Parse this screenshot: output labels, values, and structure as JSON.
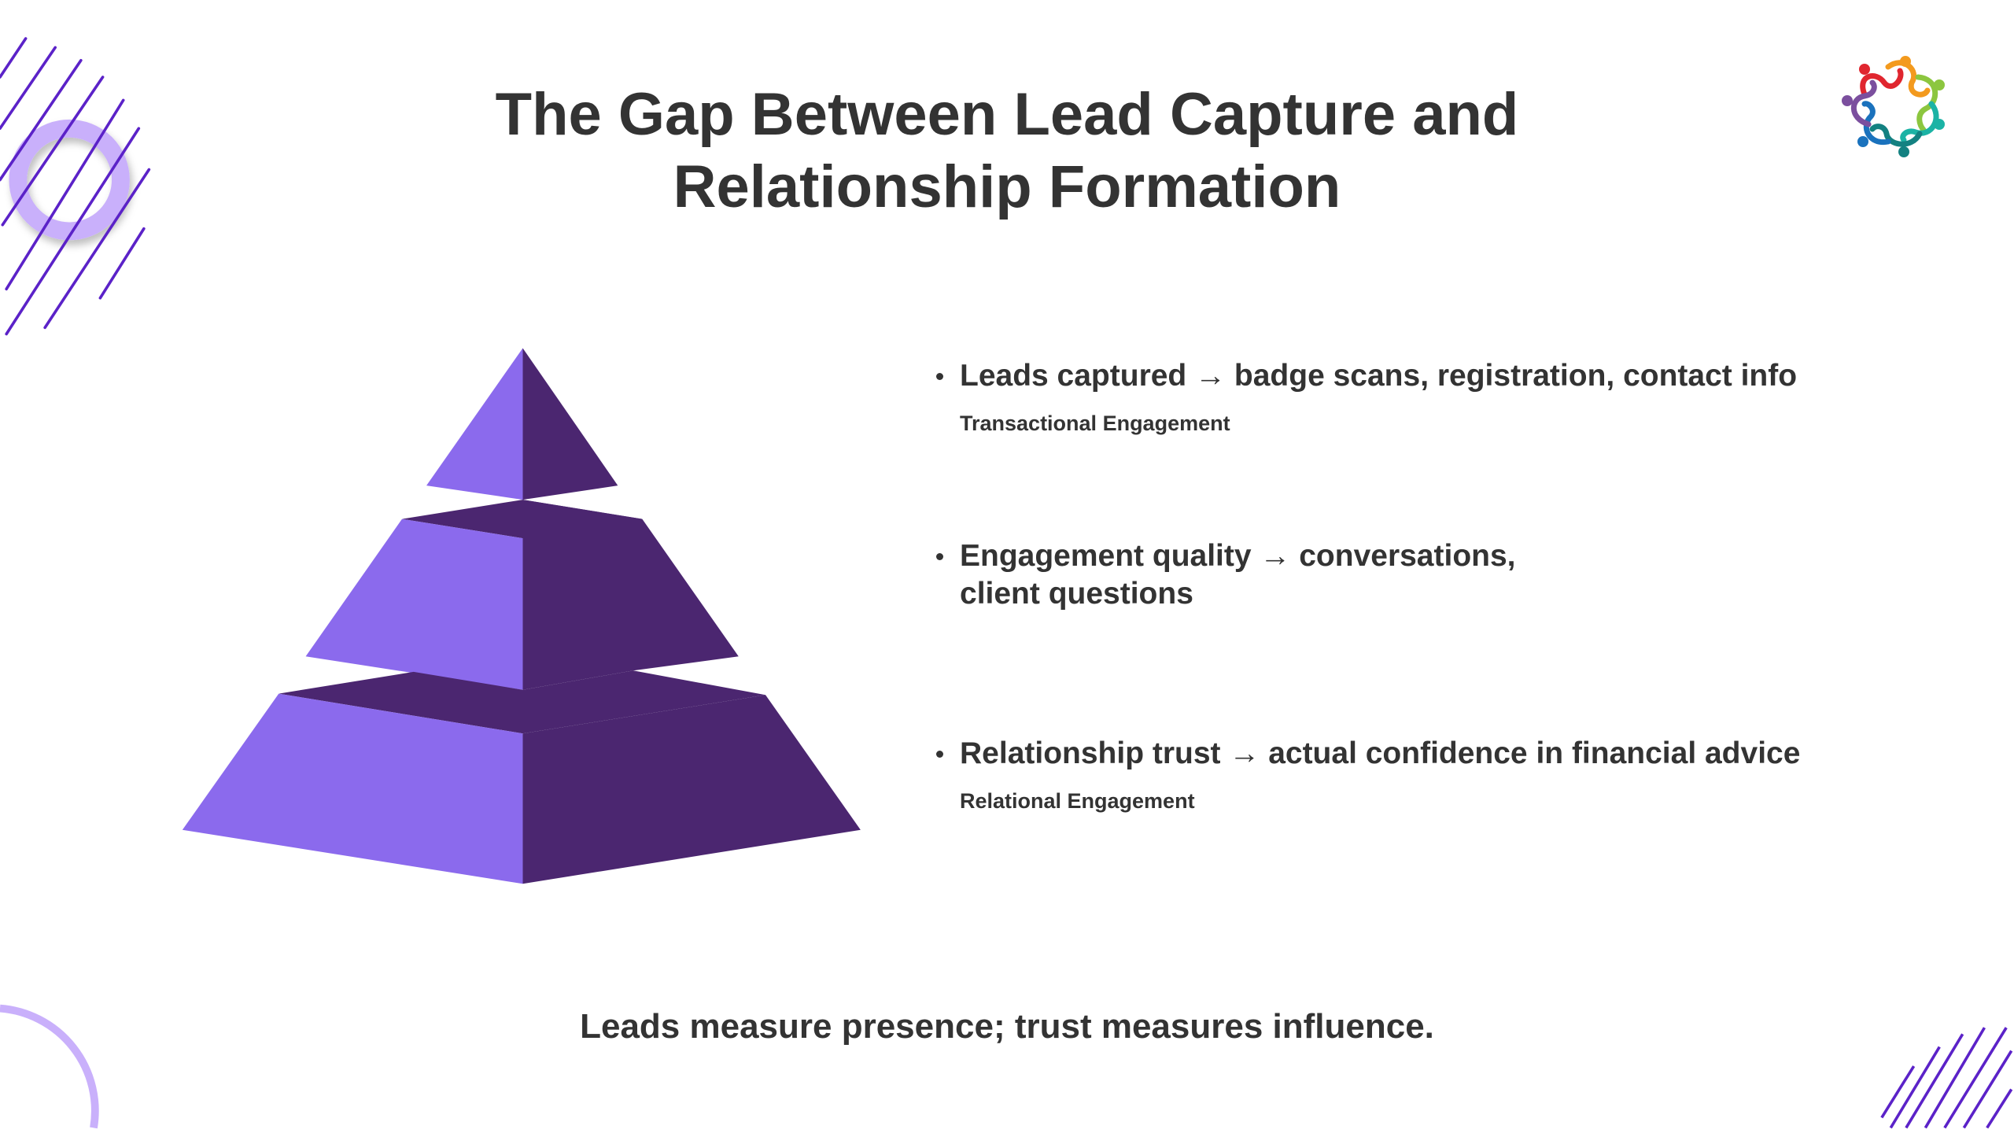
{
  "slide": {
    "title_lines": [
      "The Gap Between Lead Capture and",
      "Relationship Formation"
    ],
    "bullets": [
      {
        "lines": [
          "Leads captured → badge scans, registration, contact info"
        ],
        "sublabel": "Transactional Engagement"
      },
      {
        "lines": [
          "Engagement quality → conversations,",
          "client questions"
        ],
        "sublabel": null
      },
      {
        "lines": [
          "Relationship trust → actual confidence in financial advice"
        ],
        "sublabel": "Relational Engagement"
      }
    ],
    "footer": "Leads measure presence; trust measures influence."
  },
  "colors": {
    "text": "#333333",
    "pyramid_light": "#8b6aed",
    "pyramid_dark": "#4b2670",
    "ring": "#c9b0fb",
    "stripes": "#5b22c8"
  },
  "icons": [
    "community-logo-icon",
    "pyramid-graphic"
  ]
}
